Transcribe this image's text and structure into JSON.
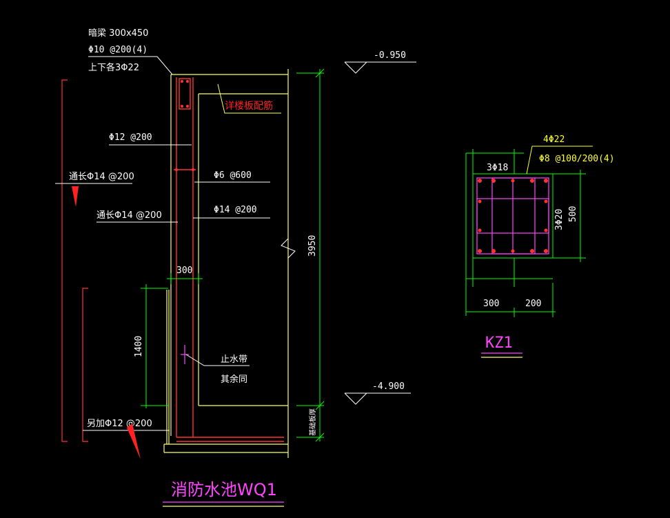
{
  "labels": {
    "beam_line1": "暗梁 300x450",
    "beam_line2": "Φ10 @200(4)",
    "beam_line3": "上下各3Φ22",
    "slab_note": "详楼板配筋",
    "rebar_phi12": "Φ12 @200",
    "tong_chang_top": "通长Φ14 @200",
    "rebar_phi6": "Φ6 @600",
    "tong_chang_mid": "通长Φ14 @200",
    "rebar_phi14": "Φ14 @200",
    "dim_300_wall": "300",
    "dim_1400": "1400",
    "waterstop": "止水带",
    "others_same": "其余同",
    "extra_rebar": "另加Φ12 @200",
    "wall_title": "消防水池WQ1",
    "elev_top": "-0.950",
    "elev_bottom": "-4.900",
    "dim_3950": "3950",
    "foundation_note": "基础板厚",
    "col_main": "4Φ22",
    "col_stirrup": "Φ8 @100/200(4)",
    "col_side_top": "3Φ18",
    "col_side_right": "3Φ20",
    "dim_500": "500",
    "dim_300_col": "300",
    "dim_200_col": "200",
    "col_title": "KZ1"
  },
  "colors": {
    "background": "#000000",
    "text": "#ffffff",
    "wall_outline": "#ffff66",
    "dimension": "#00ff00",
    "rebar": "#ff3333",
    "magenta": "#ff44ff",
    "note_red": "#ff2222",
    "yellow_text": "#ffff33"
  }
}
